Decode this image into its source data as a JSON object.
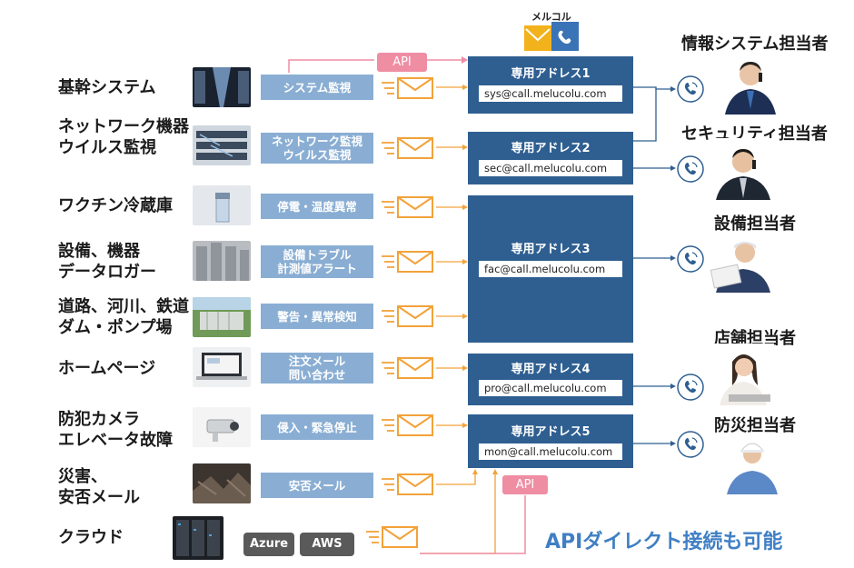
{
  "logo": {
    "text": "メルコル"
  },
  "sources": [
    {
      "line1": "基幹システム",
      "line2": "",
      "thumb": "server-room-photo"
    },
    {
      "line1": "ネットワーク機器",
      "line2": "ウイルス監視",
      "thumb": "network-equipment-photo"
    },
    {
      "line1": "ワクチン冷蔵庫",
      "line2": "",
      "thumb": "vaccine-vial-photo"
    },
    {
      "line1": "設備、機器",
      "line2": "データロガー",
      "thumb": "factory-tanks-photo"
    },
    {
      "line1": "道路、河川、鉄道",
      "line2": "ダム・ポンプ場",
      "thumb": "dam-photo"
    },
    {
      "line1": "ホームページ",
      "line2": "",
      "thumb": "laptop-photo"
    },
    {
      "line1": "防犯カメラ",
      "line2": "エレベータ故障",
      "thumb": "security-camera-photo"
    },
    {
      "line1": "災害、",
      "line2": "安否メール",
      "thumb": "disaster-rubble-photo"
    },
    {
      "line1": "クラウド",
      "line2": "",
      "thumb": "cloud-server-rack-photo"
    }
  ],
  "events": [
    {
      "line1": "システム監視",
      "line2": ""
    },
    {
      "line1": "ネットワーク監視",
      "line2": "ウイルス監視"
    },
    {
      "line1": "停電・温度異常",
      "line2": ""
    },
    {
      "line1": "設備トラブル",
      "line2": "計測値アラート"
    },
    {
      "line1": "警告・異常検知",
      "line2": ""
    },
    {
      "line1": "注文メール",
      "line2": "問い合わせ"
    },
    {
      "line1": "侵入・緊急停止",
      "line2": ""
    },
    {
      "line1": "安否メール",
      "line2": ""
    }
  ],
  "cloud_services": [
    "Azure",
    "AWS"
  ],
  "api_labels": {
    "top": "API",
    "bottom": "API"
  },
  "addresses": [
    {
      "title": "専用アドレス1",
      "email": "sys@call.melucolu.com"
    },
    {
      "title": "専用アドレス2",
      "email": "sec@call.melucolu.com"
    },
    {
      "title": "専用アドレス3",
      "email": "fac@call.melucolu.com"
    },
    {
      "title": "専用アドレス4",
      "email": "pro@call.melucolu.com"
    },
    {
      "title": "専用アドレス5",
      "email": "mon@call.melucolu.com"
    }
  ],
  "persons": [
    {
      "label": "情報システム担当者"
    },
    {
      "label": "セキュリティ担当者"
    },
    {
      "label": "設備担当者"
    },
    {
      "label": "店舗担当者"
    },
    {
      "label": "防災担当者"
    }
  ],
  "api_direct_text": "APIダイレクト接続も可能",
  "colors": {
    "event_box": "#8aaed3",
    "address_box": "#2f5f91",
    "mail_orange": "#f2a23a",
    "api_pink": "#ef8da3",
    "connector_blue": "#2f5f91",
    "api_text": "#3f7fc4"
  }
}
